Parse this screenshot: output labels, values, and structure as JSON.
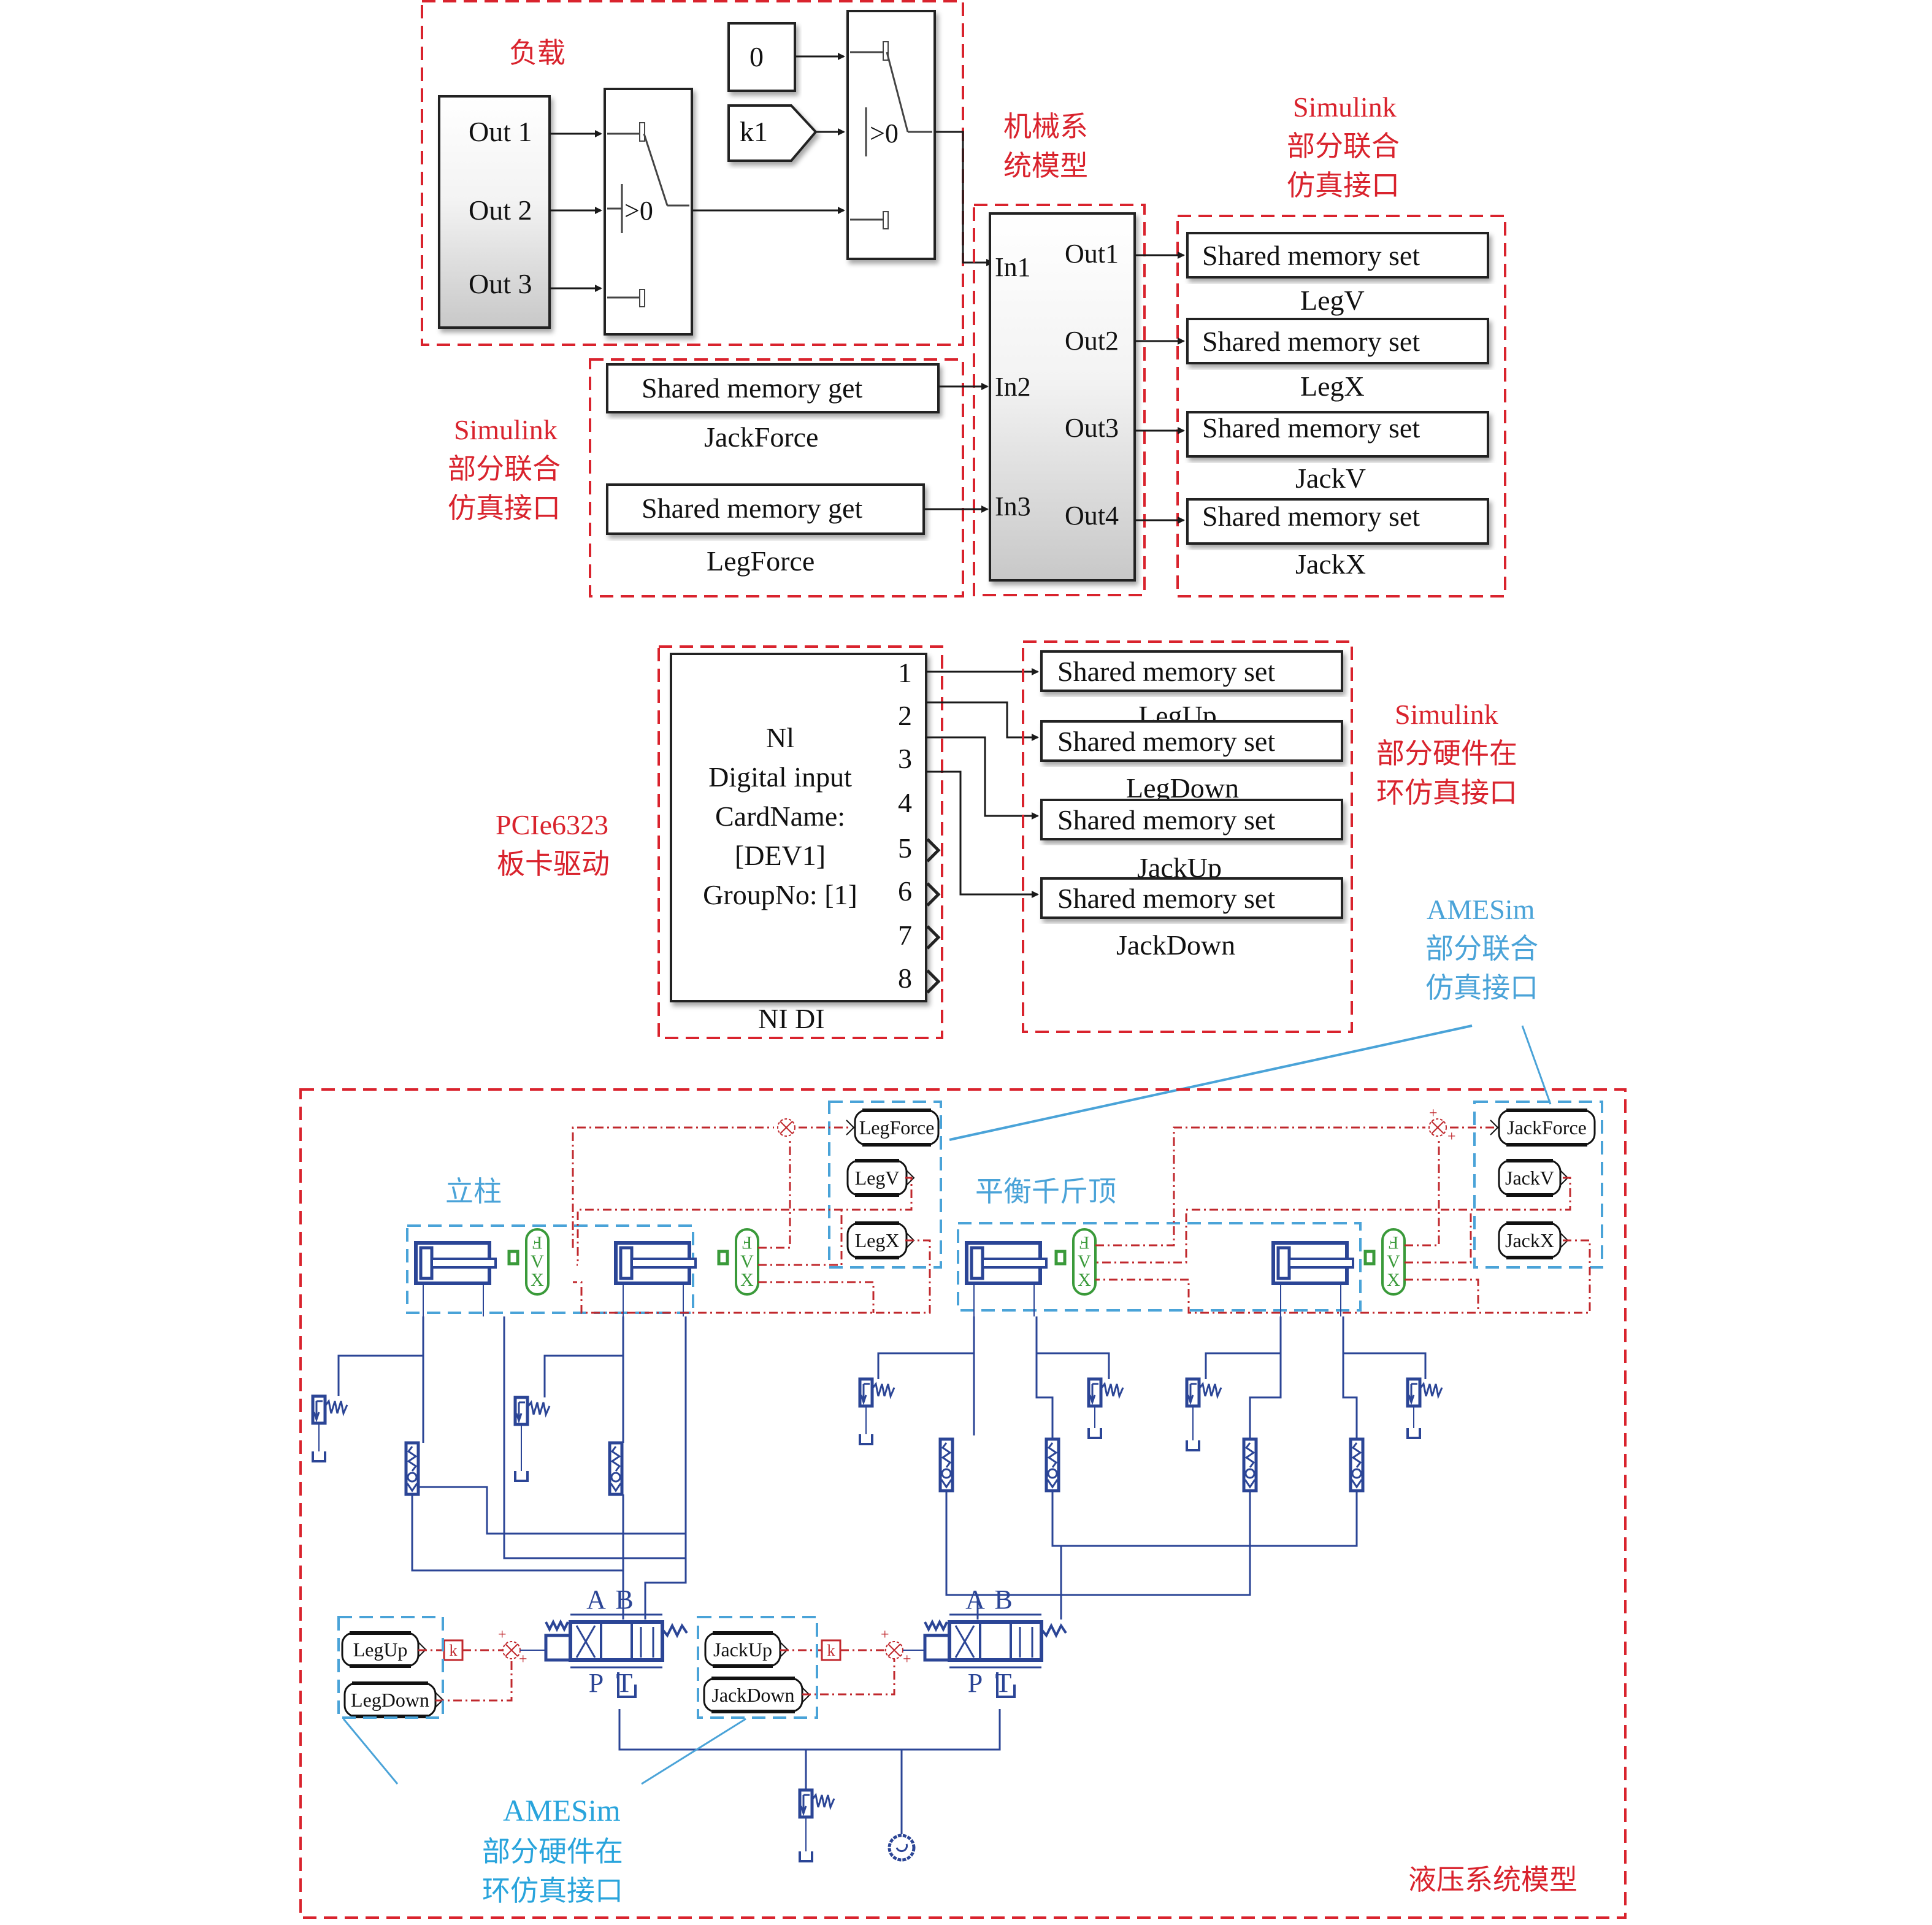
{
  "colors": {
    "red": "#d9232d",
    "blue_label": "#4aa3d8",
    "hydraulic": "#2b4596",
    "signal": "#c0282d",
    "sensor": "#3a9a3a",
    "black": "#1a1a1a"
  },
  "load": {
    "title": "负载",
    "source_ports": [
      "Out 1",
      "Out 2",
      "Out 3"
    ],
    "switch1_cond": ">0",
    "const_zero": "0",
    "goto_k1": "k1",
    "switch2_cond": ">0"
  },
  "mech": {
    "title": "机械系统模型",
    "title_lines": [
      "机械系",
      "统模型"
    ],
    "inputs": [
      "In1",
      "In2",
      "In3"
    ],
    "outputs": [
      "Out1",
      "Out2",
      "Out3",
      "Out4"
    ]
  },
  "sim_cosim_right": {
    "title_lines": [
      "Simulink",
      "部分联合",
      "仿真接口"
    ],
    "blocks": [
      {
        "label": "Shared memory set",
        "name": "LegV"
      },
      {
        "label": "Shared memory set",
        "name": "LegX"
      },
      {
        "label": "Shared memory set",
        "name": "JackV"
      },
      {
        "label": "Shared memory set",
        "name": "JackX"
      }
    ]
  },
  "sim_cosim_left": {
    "title_lines": [
      "Simulink",
      "部分联合",
      "仿真接口"
    ],
    "blocks": [
      {
        "label": "Shared memory get",
        "name": "JackForce"
      },
      {
        "label": "Shared memory get",
        "name": "LegForce"
      }
    ]
  },
  "ni": {
    "driver_lines": [
      "PCIe6323",
      "板卡驱动"
    ],
    "block_lines": [
      "Nl",
      "Digital input",
      "CardName:",
      "[DEV1]",
      "GroupNo: [1]"
    ],
    "ports": [
      "1",
      "2",
      "3",
      "4",
      "5",
      "6",
      "7",
      "8"
    ],
    "caption": "NI DI"
  },
  "sim_hil": {
    "title_lines": [
      "Simulink",
      "部分硬件在",
      "环仿真接口"
    ],
    "blocks": [
      {
        "label": "Shared memory set",
        "name": "LegUp"
      },
      {
        "label": "Shared memory set",
        "name": "LegDown"
      },
      {
        "label": "Shared memory set",
        "name": "JackUp"
      },
      {
        "label": "Shared memory set",
        "name": "JackDown"
      }
    ]
  },
  "amesim_cosim": {
    "title_lines": [
      "AMESim",
      "部分联合",
      "仿真接口"
    ],
    "leg_ports": [
      "LegForce",
      "LegV",
      "LegX"
    ],
    "jack_ports": [
      "JackForce",
      "JackV",
      "JackX"
    ]
  },
  "hydraulic": {
    "title": "液压系统模型",
    "leg_group": "立柱",
    "jack_group": "平衡千斤顶",
    "sensor_letters": [
      "F",
      "V",
      "X"
    ],
    "valve_ports": [
      "A",
      "B",
      "P",
      "T"
    ],
    "gain": "k",
    "plus": "+"
  },
  "amesim_hil": {
    "title_lines": [
      "AMESim",
      "部分硬件在",
      "环仿真接口"
    ],
    "leg_inputs": [
      "LegUp",
      "LegDown"
    ],
    "jack_inputs": [
      "JackUp",
      "JackDown"
    ]
  }
}
